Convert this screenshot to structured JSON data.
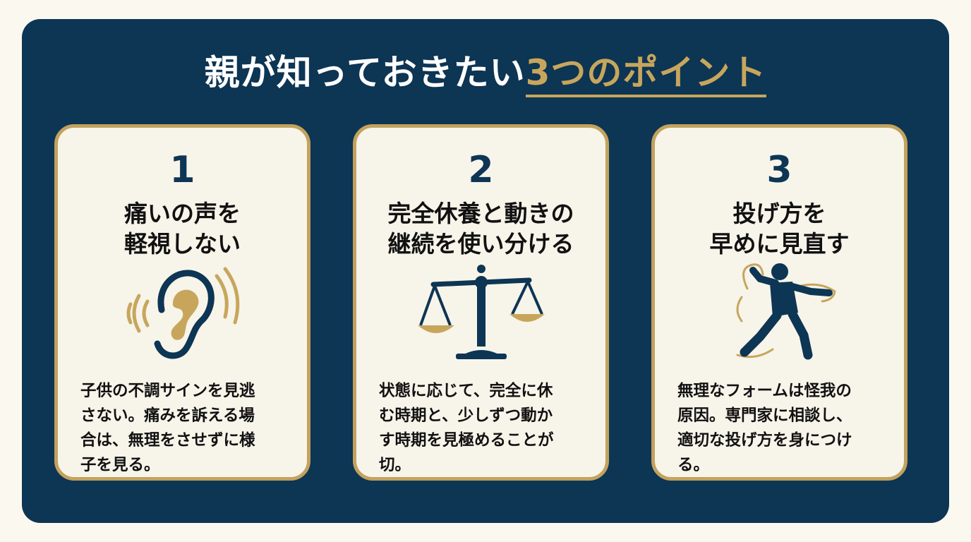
{
  "title": {
    "main": "親が知っておきたい",
    "accent": "3つのポイント"
  },
  "cards": [
    {
      "number": "1",
      "heading_lines": [
        "痛いの声を",
        "軽視しない"
      ],
      "icon": "ear-icon",
      "body_lines": [
        "子供の不調サインを見逃",
        "さない。痛みを訴える場",
        "合は、無理をさせずに様",
        "子を見る。"
      ]
    },
    {
      "number": "2",
      "heading_lines": [
        "完全休養と動きの",
        "継続を使い分ける"
      ],
      "icon": "balance-scale-icon",
      "body_lines": [
        "状態に応じて、完全に休",
        "む時期と、少しずつ動か",
        "す時期を見極めることが",
        "切。"
      ]
    },
    {
      "number": "3",
      "heading_lines": [
        "投げ方を",
        "早めに見直す"
      ],
      "icon": "throwing-player-icon",
      "body_lines": [
        "無理なフォームは怪我の",
        "原因。専門家に相談し、",
        "適切な投げ方を身につけ",
        "る。"
      ]
    }
  ],
  "colors": {
    "navy": "#0d3554",
    "gold": "#c7a65c",
    "card_bg": "#f7f4ea"
  }
}
